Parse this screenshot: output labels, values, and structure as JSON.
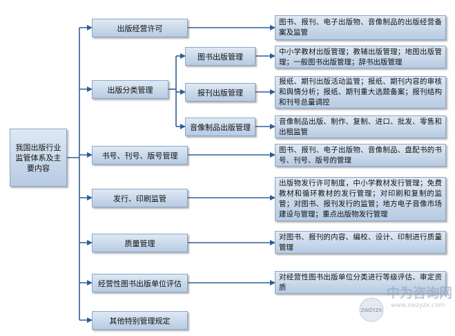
{
  "root": {
    "label": "我国出版行业监管体系及主要内容"
  },
  "categories": [
    {
      "label": "出版经营许可",
      "desc": "图书、报刊、电子出版物、音像制品的出版经营备案及监管"
    },
    {
      "label": "出版分类管理"
    },
    {
      "label": "书号、刊号、版号管理",
      "desc": "图书、报刊、电子出版物、音像制品、盘配书的书号、刊号、版号的管理"
    },
    {
      "label": "发行、印刷监管",
      "desc": "出版物发行许可制度，中小学教材发行管理；免费教材和循环教材的发行管理；对印刷和复制的监管；对图书、报刊发行的监管；地方电子音像市场建设与管理；重点出版物发行管理"
    },
    {
      "label": "质量管理",
      "desc": "对图书、报刊的内容、编校、设计、印制进行质量管理"
    },
    {
      "label": "经营性图书出版单位评估",
      "desc": "对经营性图书出版单位分类进行等级评估、审定资质"
    },
    {
      "label": "其他特别管理规定"
    }
  ],
  "subcategories": [
    {
      "label": "图书出版管理",
      "desc": "中小学教材出版管理；教辅出版管理；地图出版管理；一般图书出版管理；辞书出版管理"
    },
    {
      "label": "报刊出版管理",
      "desc": "报纸、期刊出版活动监管；报纸、期刊内容的审核和舆情分析；报纸、期刊重大选题备案；报刊结构和刊号总量调控"
    },
    {
      "label": "音像制品出版管理",
      "desc": "音像制品出版、制作、复制、进口、批发、零售和出租监管"
    }
  ],
  "watermark": {
    "text": "中为咨询网",
    "url": "www.zwzyzx.com",
    "badge": "ZWZYZX"
  },
  "colors": {
    "line": "#2f5d95",
    "box_top": "#dfe9f4",
    "box_bottom": "#b7cbe3"
  }
}
